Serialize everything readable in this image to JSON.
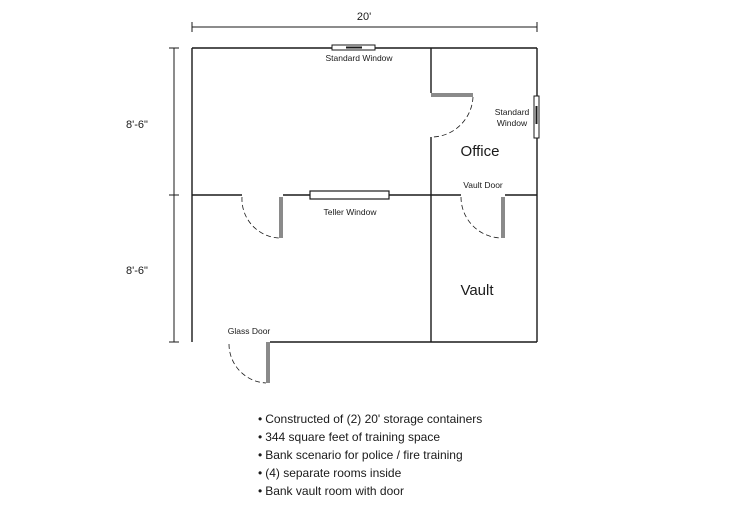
{
  "dimensions": {
    "width_label": "20'",
    "upper_height_label": "8'-6\"",
    "lower_height_label": "8'-6\""
  },
  "labels": {
    "standard_window_top": "Standard Window",
    "standard_window_side_line1": "Standard",
    "standard_window_side_line2": "Window",
    "office": "Office",
    "vault_door": "Vault Door",
    "teller_window": "Teller Window",
    "vault": "Vault",
    "glass_door": "Glass Door"
  },
  "notes": [
    "Constructed of (2) 20' storage containers",
    "344 square feet of training space",
    "Bank scenario for police / fire training",
    "(4) separate rooms inside",
    "Bank vault room with door"
  ]
}
